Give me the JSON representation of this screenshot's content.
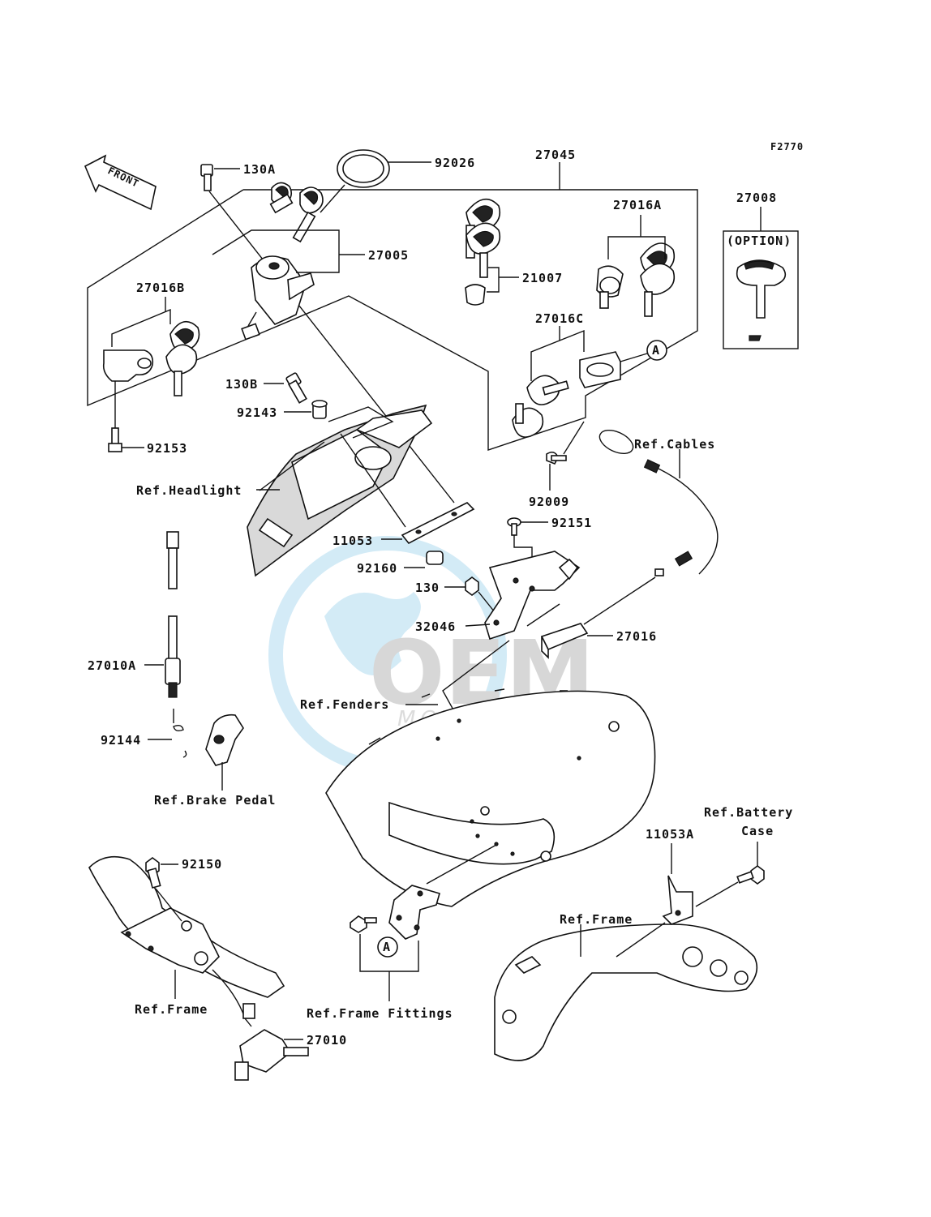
{
  "diagram_code": "F2770",
  "watermark": {
    "brand": "OEM",
    "sub": "MOTORPARTS"
  },
  "front_arrow": "FRONT",
  "option_box_label": "(OPTION)",
  "callouts": {
    "p130A": "130A",
    "p92026": "92026",
    "p27045": "27045",
    "p27008": "27008",
    "p27016A": "27016A",
    "p27005": "27005",
    "p21007": "21007",
    "p27016B": "27016B",
    "p27016C": "27016C",
    "p130B": "130B",
    "p92143": "92143",
    "p92153": "92153",
    "ref_headlight": "Ref.Headlight",
    "ref_cables": "Ref.Cables",
    "p92009": "92009",
    "p92151": "92151",
    "p11053": "11053",
    "p92160": "92160",
    "p130": "130",
    "p32046": "32046",
    "p27016": "27016",
    "p27010A": "27010A",
    "ref_fenders": "Ref.Fenders",
    "p92144": "92144",
    "ref_brake_pedal": "Ref.Brake Pedal",
    "ref_battery_case_1": "Ref.Battery",
    "ref_battery_case_2": "Case",
    "p11053A": "11053A",
    "p92150": "92150",
    "ref_frame_right": "Ref.Frame",
    "ref_frame_left": "Ref.Frame",
    "ref_frame_fittings": "Ref.Frame Fittings",
    "p27010": "27010",
    "marker_a": "A"
  }
}
